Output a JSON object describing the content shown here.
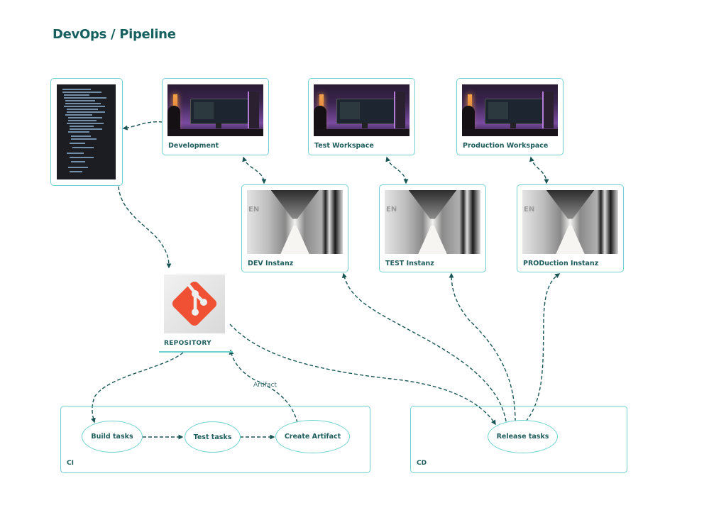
{
  "title": "DevOps / Pipeline",
  "workspaces": [
    {
      "label": "Development",
      "image": "workspace-photo"
    },
    {
      "label": "Test Workspace",
      "image": "workspace-photo"
    },
    {
      "label": "Production Workspace",
      "image": "workspace-photo"
    }
  ],
  "instances": [
    {
      "label": "DEV Instanz",
      "image": "server-corridor-photo"
    },
    {
      "label": "TEST Instanz",
      "image": "server-corridor-photo"
    },
    {
      "label": "PRODuction Instanz",
      "image": "server-corridor-photo"
    }
  ],
  "source_code": {
    "image": "source-code-photo"
  },
  "repository": {
    "label": "REPOSITORY",
    "icon": "git-logo-icon",
    "icon_color": "#f05033"
  },
  "ci": {
    "label": "CI",
    "tasks": [
      "Build tasks",
      "Test tasks",
      "Create Artifact"
    ]
  },
  "cd": {
    "label": "CD",
    "tasks": [
      "Release tasks"
    ]
  },
  "edge_labels": {
    "artifact": "Artifact"
  },
  "colors": {
    "title": "#15605f",
    "border": "#6fd2d0",
    "edge": "#1a5656",
    "text": "#1f5d5d"
  }
}
